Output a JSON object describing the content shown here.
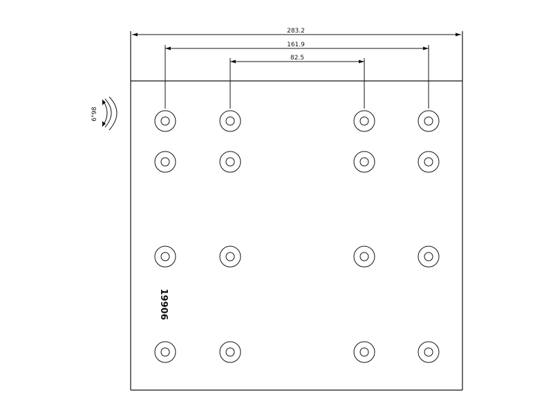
{
  "drawing": {
    "dimensions": {
      "overall_width": "283.2",
      "outer_hole_span": "161.9",
      "inner_hole_span": "82.5",
      "curvature": "6\"98"
    },
    "part_number": "19906",
    "rivet_hole_count": 16,
    "line_color": "#111111",
    "background": "#ffffff"
  }
}
